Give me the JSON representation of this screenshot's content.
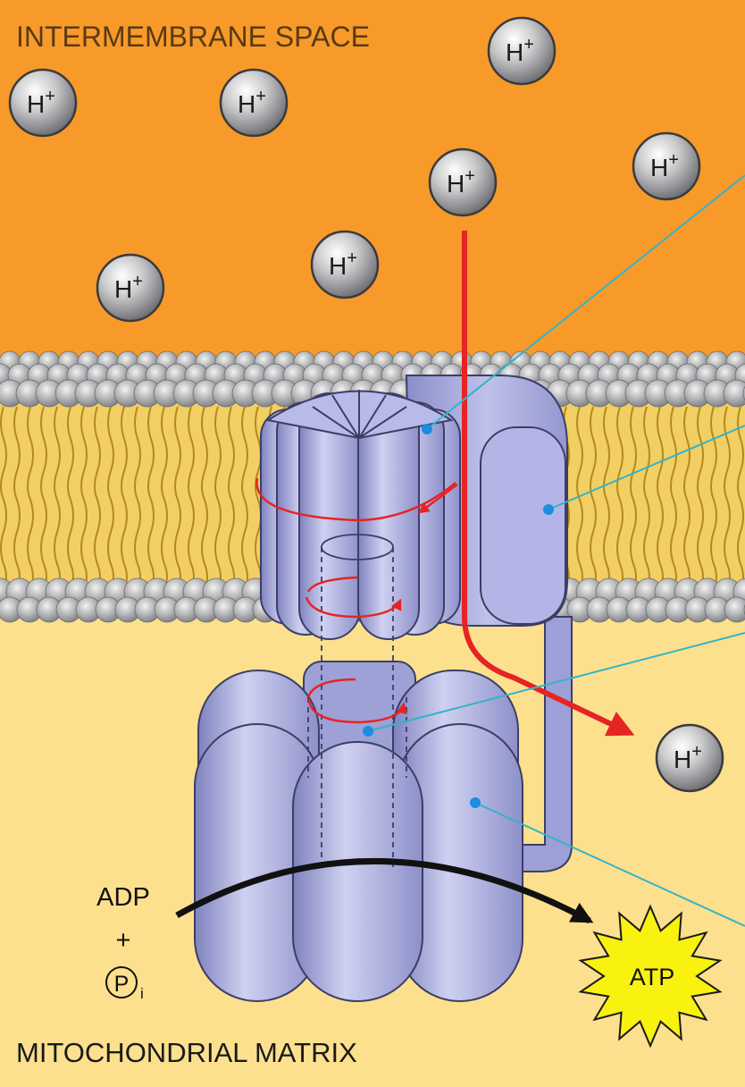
{
  "regions": {
    "top_label": "INTERMEMBRANE SPACE",
    "bottom_label": "MITOCHONDRIAL MATRIX"
  },
  "proton_label": "H+",
  "reaction": {
    "substrate_1": "ADP",
    "plus": "+",
    "substrate_2": "P",
    "substrate_2_subscript": "i",
    "product": "ATP"
  },
  "colors": {
    "intermembrane_space": "#f79a2a",
    "matrix": "#fce08e",
    "protein": "#9ea1d6",
    "proton_path": "#e52424",
    "leader_line": "#34b3c9",
    "atp_burst": "#f8f20e"
  }
}
